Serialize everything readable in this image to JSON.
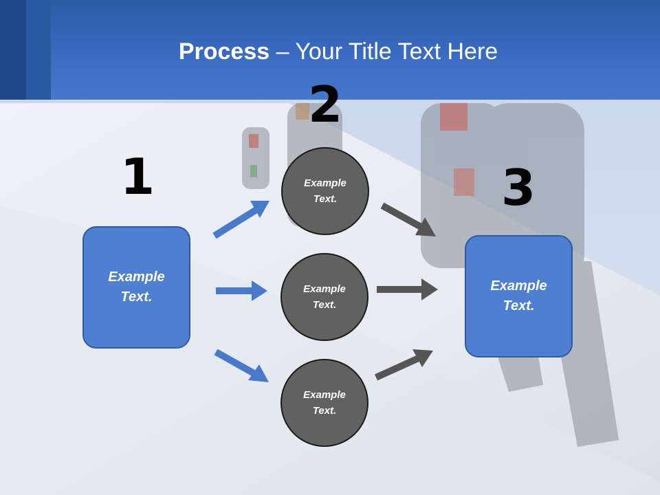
{
  "title": {
    "strong": "Process",
    "dash": " – ",
    "rest": "Your Title Text Here"
  },
  "steps": [
    {
      "number": "1",
      "box_text": "Example\nText."
    },
    {
      "number": "2"
    },
    {
      "number": "3",
      "box_text": "Example\nText."
    }
  ],
  "circles": [
    {
      "text": "Example\nText."
    },
    {
      "text": "Example\nText."
    },
    {
      "text": "Example\nText."
    }
  ],
  "colors": {
    "header": "#3a6bc2",
    "box_fill": "#4e7fd0",
    "circle_fill": "#616161",
    "blue_arrow": "#4a79c9",
    "gray_arrow": "#555555"
  }
}
